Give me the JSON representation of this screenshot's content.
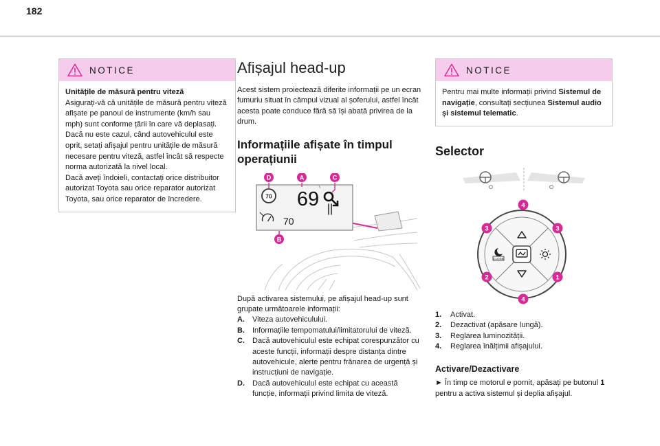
{
  "page": {
    "number": "182"
  },
  "left_notice": {
    "title": "NOTICE",
    "heading": "Unitățile de măsură pentru viteză",
    "body": "Asigurați-vă că unitățile de măsură pentru viteză afișate pe panoul de instrumente (km/h sau mph) sunt conforme țării în care vă deplasați.\nDacă nu este cazul, când autovehiculul este oprit, setați afișajul pentru unitățile de măsură necesare pentru viteză, astfel încât să respecte norma autorizată la nivel local.\nDacă aveți îndoieli, contactați orice distribuitor autorizat Toyota sau orice reparator autorizat Toyota, sau orice reparator de încredere."
  },
  "middle": {
    "title": "Afișajul head-up",
    "intro": "Acest sistem proiectează diferite informații pe un ecran fumuriu situat în câmpul vizual al șoferului, astfel încât acesta poate conduce fără să își abată privirea de la drum.",
    "subtitle": "Informațiile afișate în timpul operațiunii",
    "figure": {
      "labels": {
        "a": "A",
        "b": "B",
        "c": "C",
        "d": "D"
      },
      "speed": "69",
      "limit_sign": "70",
      "cruise_value": "70"
    },
    "after_figure": "După activarea sistemului, pe afișajul head-up sunt grupate următoarele informații:",
    "items": [
      {
        "key": "A.",
        "text": "Viteza autovehiculului."
      },
      {
        "key": "B.",
        "text": "Informațiile tempomatului/limitatorului de viteză."
      },
      {
        "key": "C.",
        "text": "Dacă autovehiculul este echipat corespunzător cu aceste funcții, informații despre distanța dintre autovehicule, alerte pentru frânarea de urgență și instrucțiuni de navigație."
      },
      {
        "key": "D.",
        "text": "Dacă autovehiculul este echipat cu această funcție, informații privind limita de viteză."
      }
    ]
  },
  "right_notice": {
    "title": "NOTICE",
    "text_1": "Pentru mai multe informații privind ",
    "bold_1": "Sistemul de navigație",
    "text_2": ", consultați secțiunea ",
    "bold_2": "Sistemul audio și sistemul telematic",
    "text_3": "."
  },
  "right": {
    "title": "Selector",
    "figure": {
      "markers": {
        "one": "1",
        "two": "2",
        "three": "3",
        "four": "4"
      },
      "mode_label": "CLOSE"
    },
    "items": [
      {
        "key": "1.",
        "text": "Activat."
      },
      {
        "key": "2.",
        "text": "Dezactivat (apăsare lungă)."
      },
      {
        "key": "3.",
        "text": "Reglarea luminozității."
      },
      {
        "key": "4.",
        "text": "Reglarea înălțimii afișajului."
      }
    ],
    "subtitle": "Activare/Dezactivare",
    "step_marker": "►",
    "step_text_1": " În timp ce motorul e pornit, apăsați pe butonul ",
    "step_bold": "1",
    "step_text_2": " pentru a activa sistemul și deplia afișajul."
  },
  "colors": {
    "accent": "#d62a96",
    "notice_bg": "#f6ccec"
  },
  "icons": [
    "warning-triangle-icon",
    "speed-limit-sign-icon",
    "navigation-arrow-icon",
    "cruise-control-icon",
    "night-mode-icon",
    "display-icon",
    "brightness-icon",
    "arrow-up-icon",
    "arrow-down-icon",
    "steering-wheel-icon"
  ]
}
